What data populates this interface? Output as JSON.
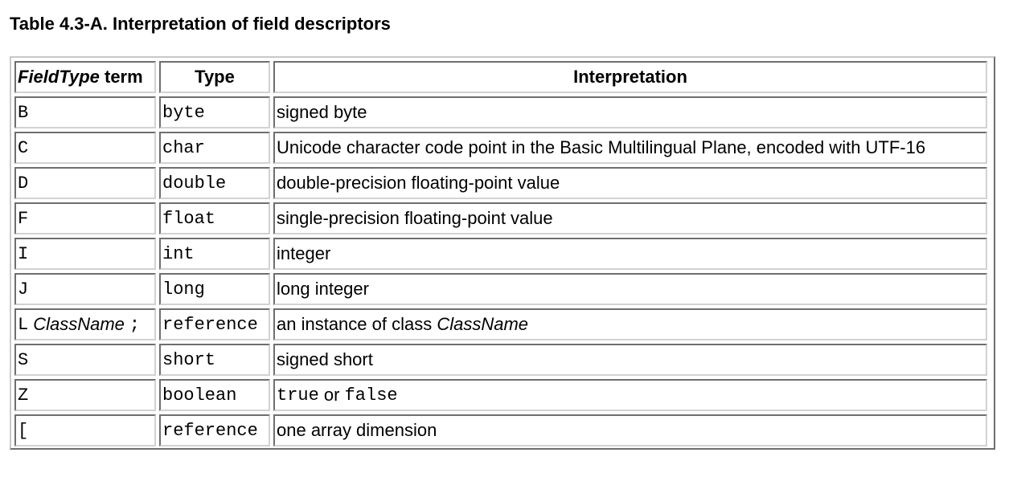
{
  "caption": "Table 4.3-A. Interpretation of field descriptors",
  "header": {
    "col1_italic": "FieldType",
    "col1_rest": " term",
    "col2": "Type",
    "col3": "Interpretation"
  },
  "rows": [
    {
      "term": "B",
      "type": "byte",
      "interp": "signed byte"
    },
    {
      "term": "C",
      "type": "char",
      "interp": "Unicode character code point in the Basic Multilingual Plane, encoded with UTF-16"
    },
    {
      "term": "D",
      "type": "double",
      "interp": "double-precision floating-point value"
    },
    {
      "term": "F",
      "type": "float",
      "interp": "single-precision floating-point value"
    },
    {
      "term": "I",
      "type": "int",
      "interp": "integer"
    },
    {
      "term": "J",
      "type": "long",
      "interp": "long integer"
    },
    {
      "term_prefix": "L",
      "term_class": "ClassName",
      "term_suffix": ";",
      "type": "reference",
      "interp_prefix": "an instance of class ",
      "interp_class": "ClassName"
    },
    {
      "term": "S",
      "type": "short",
      "interp": "signed short"
    },
    {
      "term": "Z",
      "type": "boolean",
      "interp_true": "true",
      "interp_or": " or ",
      "interp_false": "false"
    },
    {
      "term": "[",
      "type": "reference",
      "interp": "one array dimension"
    }
  ]
}
